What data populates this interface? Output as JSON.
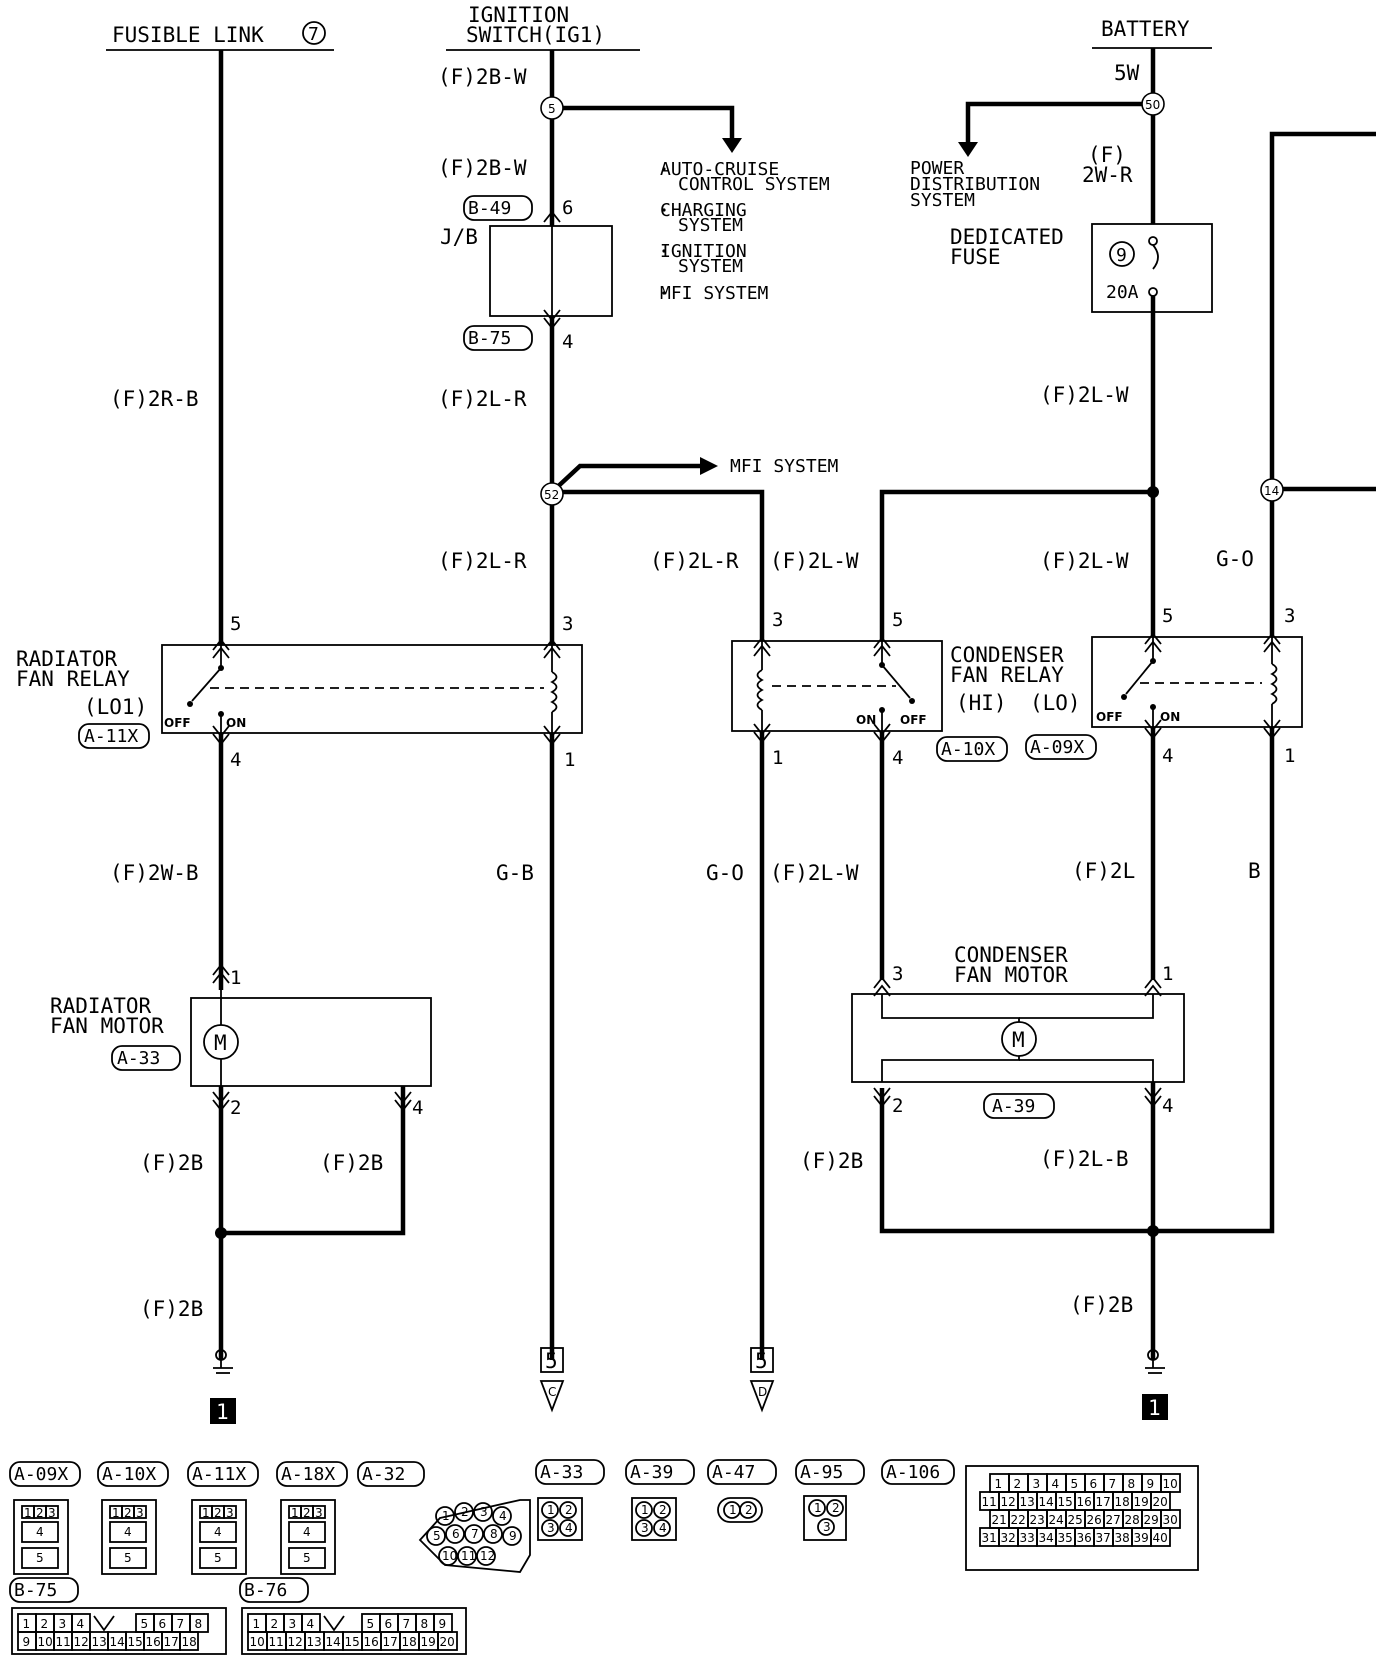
{
  "sources": {
    "fusible_link": "FUSIBLE LINK",
    "fusible_link_no": "7",
    "ignition_line1": "IGNITION",
    "ignition_line2": "SWITCH(IG1)",
    "battery": "BATTERY",
    "battery_wire": "5W"
  },
  "wires": {
    "f_2b_w": "(F)2B-W",
    "f_2r_b": "(F)2R-B",
    "f_2l_r": "(F)2L-R",
    "f_2l_w": "(F)2L-W",
    "f_2w_b": "(F)2W-B",
    "f_2b": "(F)2B",
    "f_2l": "(F)2L",
    "f_2l_b": "(F)2L-B",
    "f_2w_r_1": "(F)",
    "f_2w_r_2": "2W-R",
    "g_b": "G-B",
    "g_o": "G-O",
    "b": "B"
  },
  "junctions": {
    "j5": "5",
    "j50": "50",
    "j52": "52",
    "j14": "14"
  },
  "systems": {
    "auto_cruise_1": "AUTO-CRUISE",
    "auto_cruise_2": "CONTROL SYSTEM",
    "charging_1": "CHARGING",
    "charging_2": "SYSTEM",
    "ignition_1": "IGNITION",
    "ignition_2": "SYSTEM",
    "mfi": "MFI SYSTEM",
    "mfi2": "MFI SYSTEM",
    "power_1": "POWER",
    "power_2": "DISTRIBUTION",
    "power_3": "SYSTEM"
  },
  "jb": {
    "label": "J/B",
    "conn_top": "B-49",
    "pin_top": "6",
    "conn_bottom": "B-75",
    "pin_bottom": "4"
  },
  "fuse": {
    "line1": "DEDICATED",
    "line2": "FUSE",
    "number": "9",
    "rating": "20A"
  },
  "radiator_relay": {
    "line1": "RADIATOR",
    "line2": "FAN RELAY",
    "line3": "(LO1)",
    "connector": "A-11X",
    "off": "OFF",
    "on": "ON",
    "pin5": "5",
    "pin3": "3",
    "pin4": "4",
    "pin1": "1"
  },
  "condenser_relay": {
    "line1": "CONDENSER",
    "line2": "FAN RELAY",
    "hi": "(HI)",
    "lo": "(LO)",
    "conn_hi": "A-10X",
    "conn_lo": "A-09X",
    "off": "OFF",
    "on": "ON",
    "hi_pin3": "3",
    "hi_pin5": "5",
    "hi_pin1": "1",
    "hi_pin4": "4",
    "lo_pin5": "5",
    "lo_pin3": "3",
    "lo_pin4": "4",
    "lo_pin1": "1"
  },
  "radiator_motor": {
    "line1": "RADIATOR",
    "line2": "FAN MOTOR",
    "connector": "A-33",
    "symbol": "M",
    "pin1": "1",
    "pin2": "2",
    "pin4": "4"
  },
  "condenser_motor": {
    "line1": "CONDENSER",
    "line2": "FAN MOTOR",
    "connector": "A-39",
    "symbol": "M",
    "pin3": "3",
    "pin1": "1",
    "pin2": "2",
    "pin4": "4"
  },
  "grounds": {
    "left": "1",
    "right": "1"
  },
  "refs": {
    "c_num": "5",
    "c_letter": "C",
    "d_num": "5",
    "d_letter": "D"
  },
  "connectors": {
    "a09x": "A-09X",
    "a10x": "A-10X",
    "a11x": "A-11X",
    "a18x": "A-18X",
    "a32": "A-32",
    "a33": "A-33",
    "a39": "A-39",
    "a47": "A-47",
    "a95": "A-95",
    "a106": "A-106",
    "b75": "B-75",
    "b76": "B-76"
  },
  "connector_pins": {
    "relay_top": [
      "1",
      "2",
      "3"
    ],
    "relay_mid": "4",
    "relay_bot": "5",
    "a32": [
      "1",
      "2",
      "3",
      "4",
      "5",
      "6",
      "7",
      "8",
      "9",
      "10",
      "11",
      "12"
    ],
    "quad": [
      "1",
      "2",
      "3",
      "4"
    ],
    "a47": [
      "1",
      "2"
    ],
    "a95": [
      "1",
      "2",
      "3"
    ],
    "a106": [
      "1",
      "2",
      "3",
      "4",
      "5",
      "6",
      "7",
      "8",
      "9",
      "10",
      "11",
      "12",
      "13",
      "14",
      "15",
      "16",
      "17",
      "18",
      "19",
      "20",
      "21",
      "22",
      "23",
      "24",
      "25",
      "26",
      "27",
      "28",
      "29",
      "30",
      "31",
      "32",
      "33",
      "34",
      "35",
      "36",
      "37",
      "38",
      "39",
      "40"
    ],
    "b75_top": [
      "1",
      "2",
      "3",
      "4",
      "5",
      "6",
      "7",
      "8"
    ],
    "b75_bot": [
      "9",
      "10",
      "11",
      "12",
      "13",
      "14",
      "15",
      "16",
      "17",
      "18"
    ],
    "b76_top": [
      "1",
      "2",
      "3",
      "4",
      "5",
      "6",
      "7",
      "8",
      "9"
    ],
    "b76_bot": [
      "10",
      "11",
      "12",
      "13",
      "14",
      "15",
      "16",
      "17",
      "18",
      "19",
      "20"
    ]
  }
}
